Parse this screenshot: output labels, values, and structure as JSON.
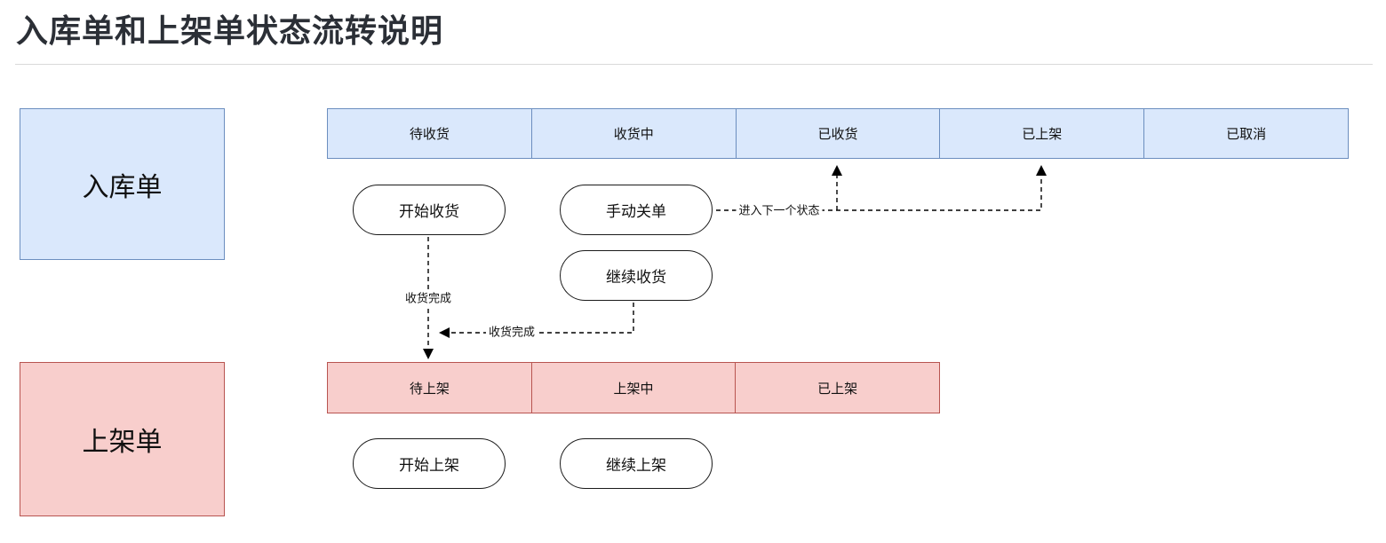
{
  "page": {
    "title": "入库单和上架单状态流转说明"
  },
  "colors": {
    "inbound_fill": "#dae8fc",
    "inbound_border": "#6c8ebf",
    "shelving_fill": "#f8cecc",
    "shelving_border": "#b85450",
    "line": "#000000",
    "rule": "#d9d9d9"
  },
  "inbound": {
    "entity_label": "入库单",
    "states": [
      "待收货",
      "收货中",
      "已收货",
      "已上架",
      "已取消"
    ],
    "actions": {
      "start_receive": "开始收货",
      "manual_close": "手动关单",
      "continue_receive": "继续收货"
    }
  },
  "shelving": {
    "entity_label": "上架单",
    "states": [
      "待上架",
      "上架中",
      "已上架"
    ],
    "actions": {
      "start_shelve": "开始上架",
      "continue_shelve": "继续上架"
    }
  },
  "transitions": [
    {
      "from": "开始收货",
      "to": "待上架",
      "label": "收货完成"
    },
    {
      "from": "手动关单",
      "to": "已收货 / 已上架",
      "label": "进入下一个状态"
    },
    {
      "from": "继续收货",
      "to": "收货完成流程",
      "label": "收货完成"
    }
  ]
}
